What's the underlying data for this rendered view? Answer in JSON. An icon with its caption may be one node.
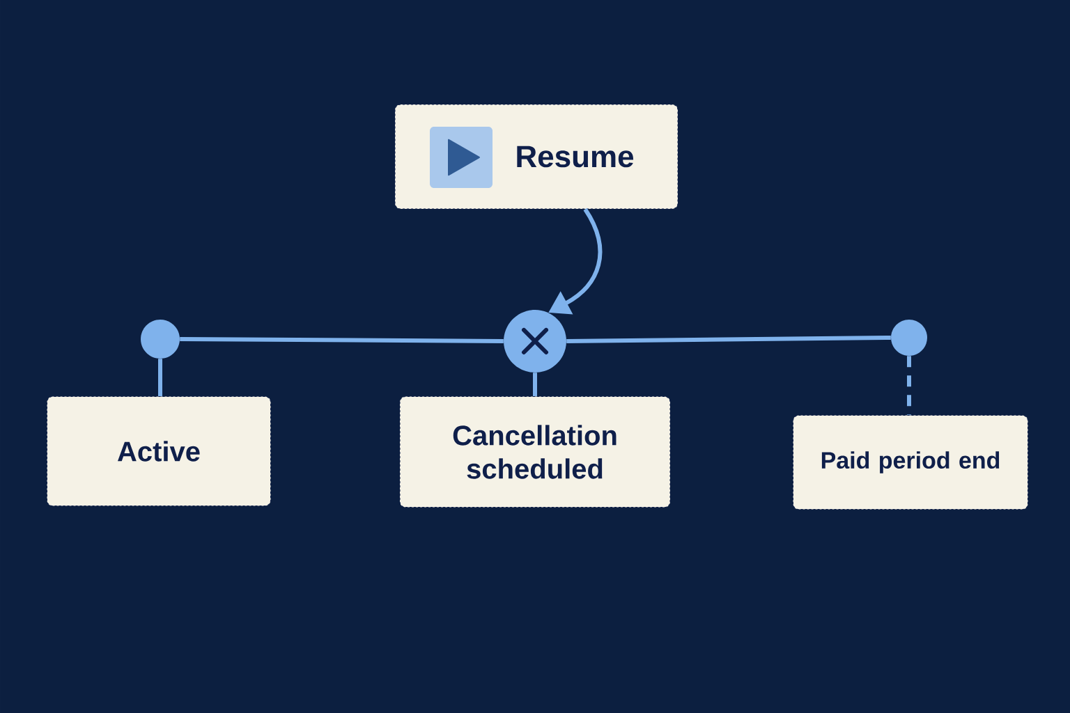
{
  "diagram": {
    "nodes": [
      {
        "text": [
          "Resume"
        ]
      },
      {
        "text": [],
        "shape": "circle"
      },
      {
        "text": [],
        "shape": "circle"
      },
      {
        "text": [],
        "shape": "circle"
      },
      {
        "text": [
          "Active"
        ]
      },
      {
        "text": [
          "Cancellation scheduled"
        ]
      },
      {
        "text": [
          "Paid period end"
        ]
      }
    ],
    "edges": [
      {
        "from": 0,
        "to": 2,
        "arrow": "to"
      },
      {
        "from": 1,
        "to": 2,
        "arrow": "none"
      },
      {
        "from": 2,
        "to": 3,
        "arrow": "none"
      },
      {
        "from": 1,
        "to": 4,
        "arrow": "none"
      },
      {
        "from": 2,
        "to": 5,
        "arrow": "none"
      },
      {
        "from": 3,
        "to": 6,
        "arrow": "none",
        "style": "dashed"
      }
    ]
  }
}
